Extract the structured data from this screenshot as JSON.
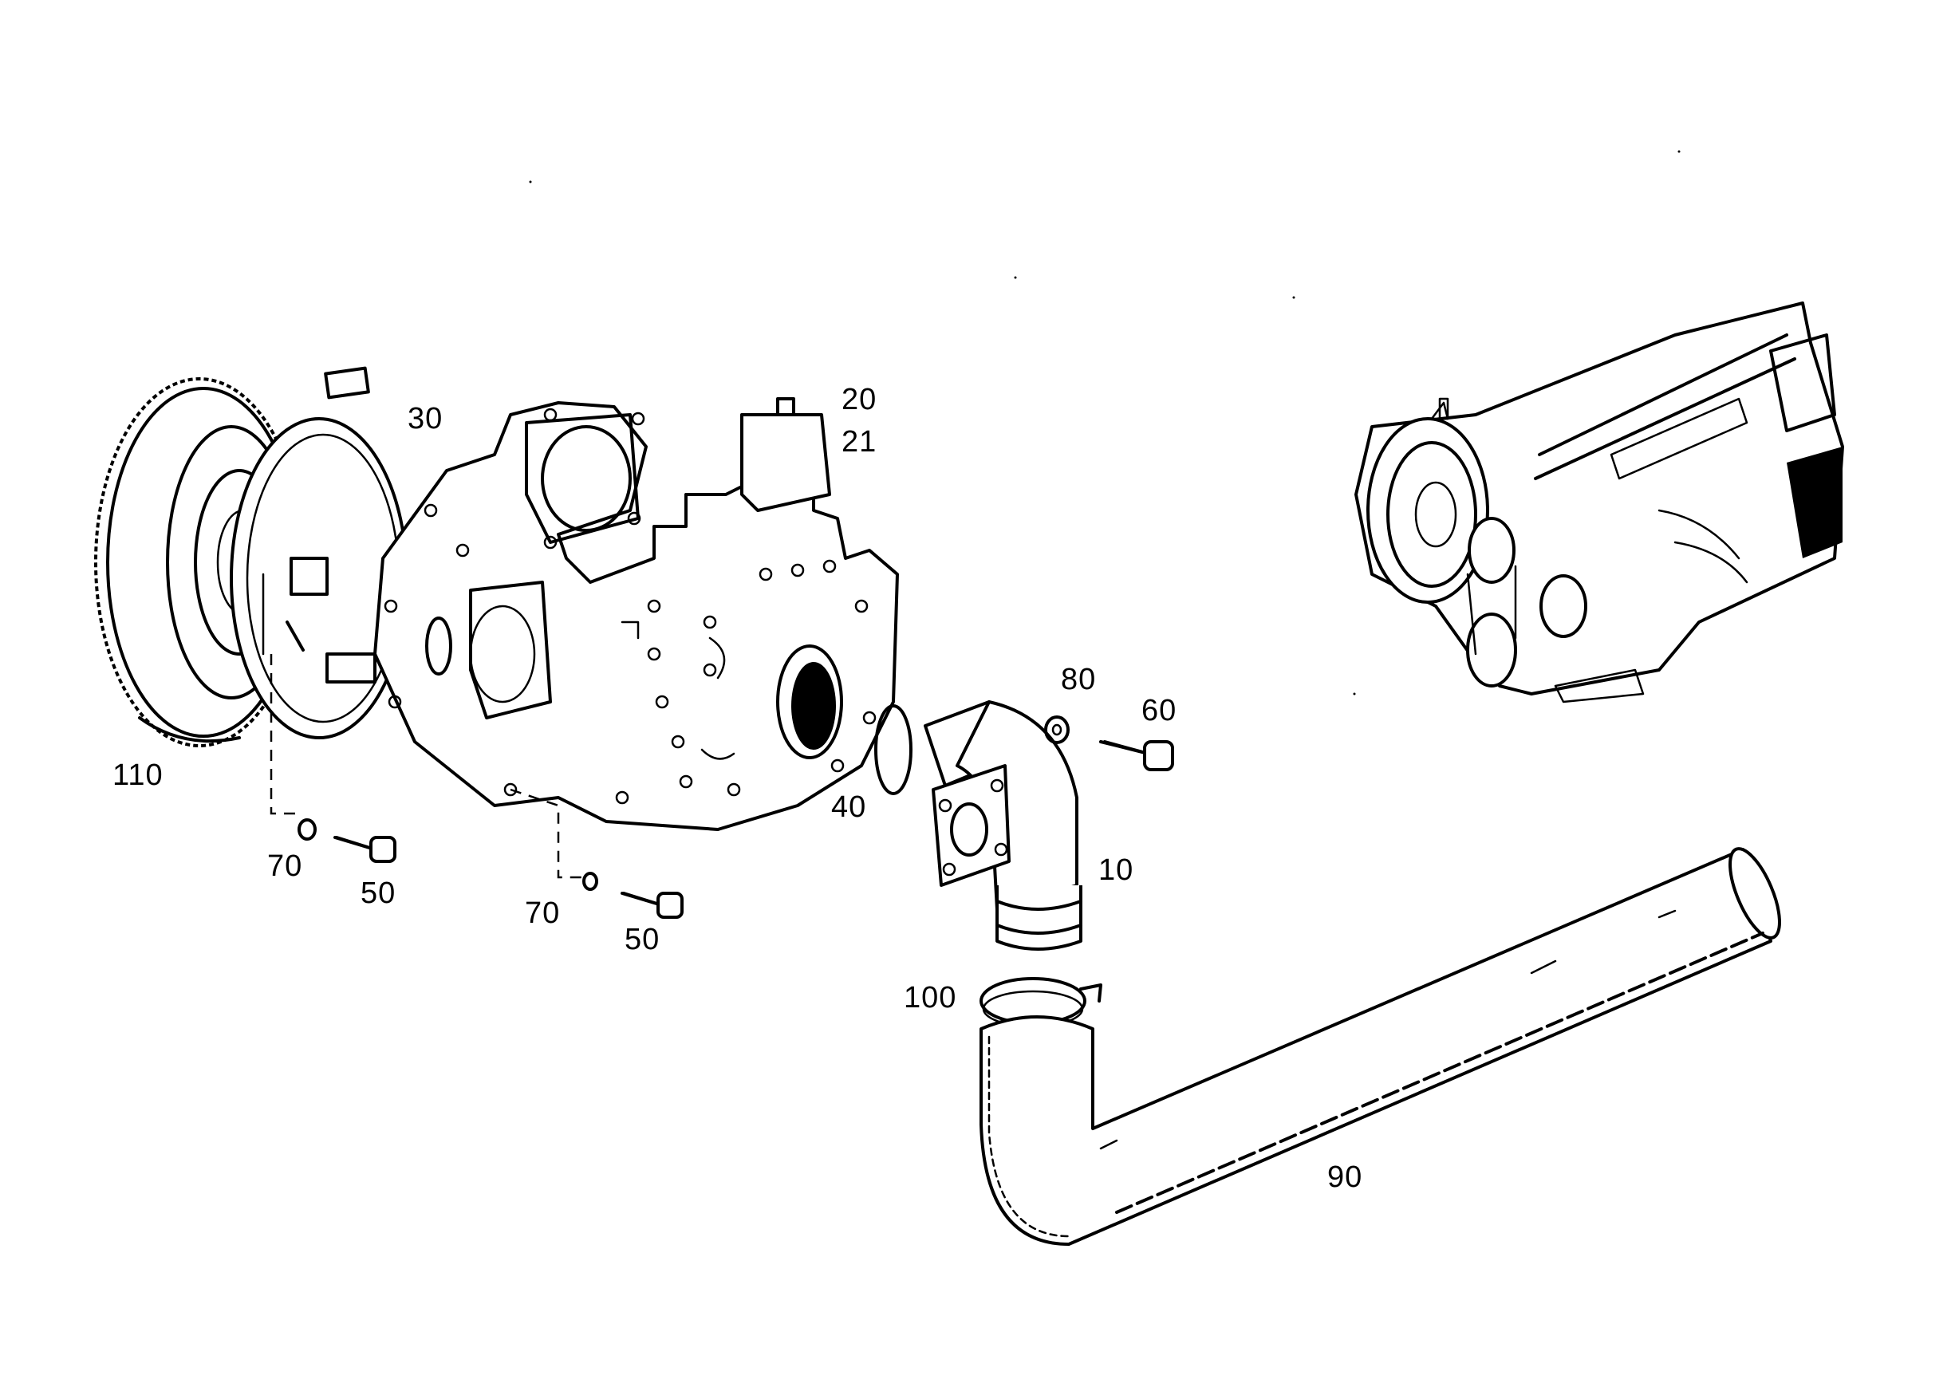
{
  "diagram": {
    "callouts": [
      {
        "id": "callout-110",
        "label": "110"
      },
      {
        "id": "callout-30",
        "label": "30"
      },
      {
        "id": "callout-20",
        "label": "20"
      },
      {
        "id": "callout-21",
        "label": "21"
      },
      {
        "id": "callout-80",
        "label": "80"
      },
      {
        "id": "callout-60",
        "label": "60"
      },
      {
        "id": "callout-40",
        "label": "40"
      },
      {
        "id": "callout-10",
        "label": "10"
      },
      {
        "id": "callout-70-a",
        "label": "70"
      },
      {
        "id": "callout-50-a",
        "label": "50"
      },
      {
        "id": "callout-70-b",
        "label": "70"
      },
      {
        "id": "callout-50-b",
        "label": "50"
      },
      {
        "id": "callout-100",
        "label": "100"
      },
      {
        "id": "callout-90",
        "label": "90"
      }
    ],
    "line_color": "#000000",
    "background_color": "#ffffff"
  }
}
